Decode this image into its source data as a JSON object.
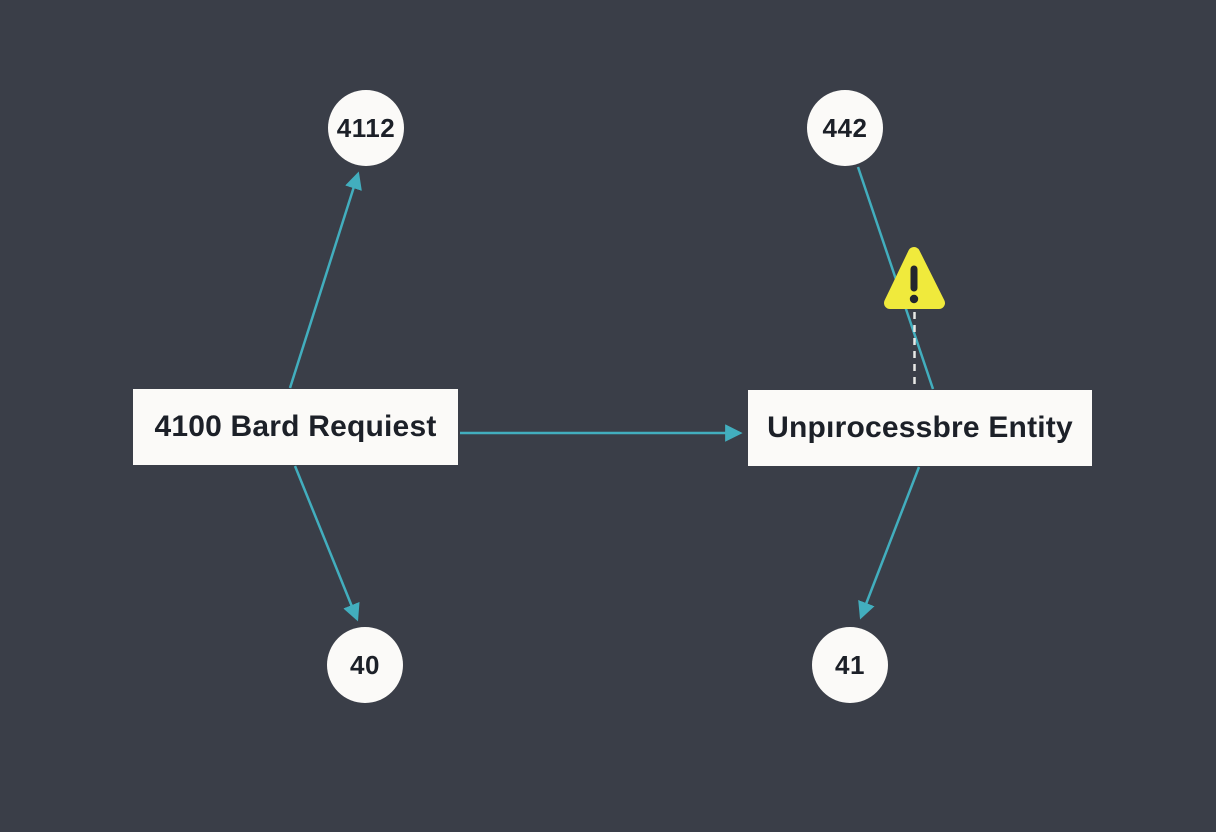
{
  "colors": {
    "background": "#3a3e48",
    "edge": "#42aebe",
    "node_fill": "#fbfaf8",
    "node_text": "#1c2028",
    "warning_fill": "#f0ea3c",
    "warning_glyph": "#23262d",
    "dashed_connector": "#e8e8e6"
  },
  "nodes": {
    "top_left_circle": {
      "label": "4112"
    },
    "top_right_circle": {
      "label": "442"
    },
    "left_box": {
      "label": "4100 Bard Requiest"
    },
    "right_box": {
      "label": "Unpırocessbre Entity"
    },
    "bottom_left_circle": {
      "label": "40"
    },
    "bottom_right_circle": {
      "label": "41"
    }
  },
  "icons": {
    "warning_triangle": "⚠"
  }
}
